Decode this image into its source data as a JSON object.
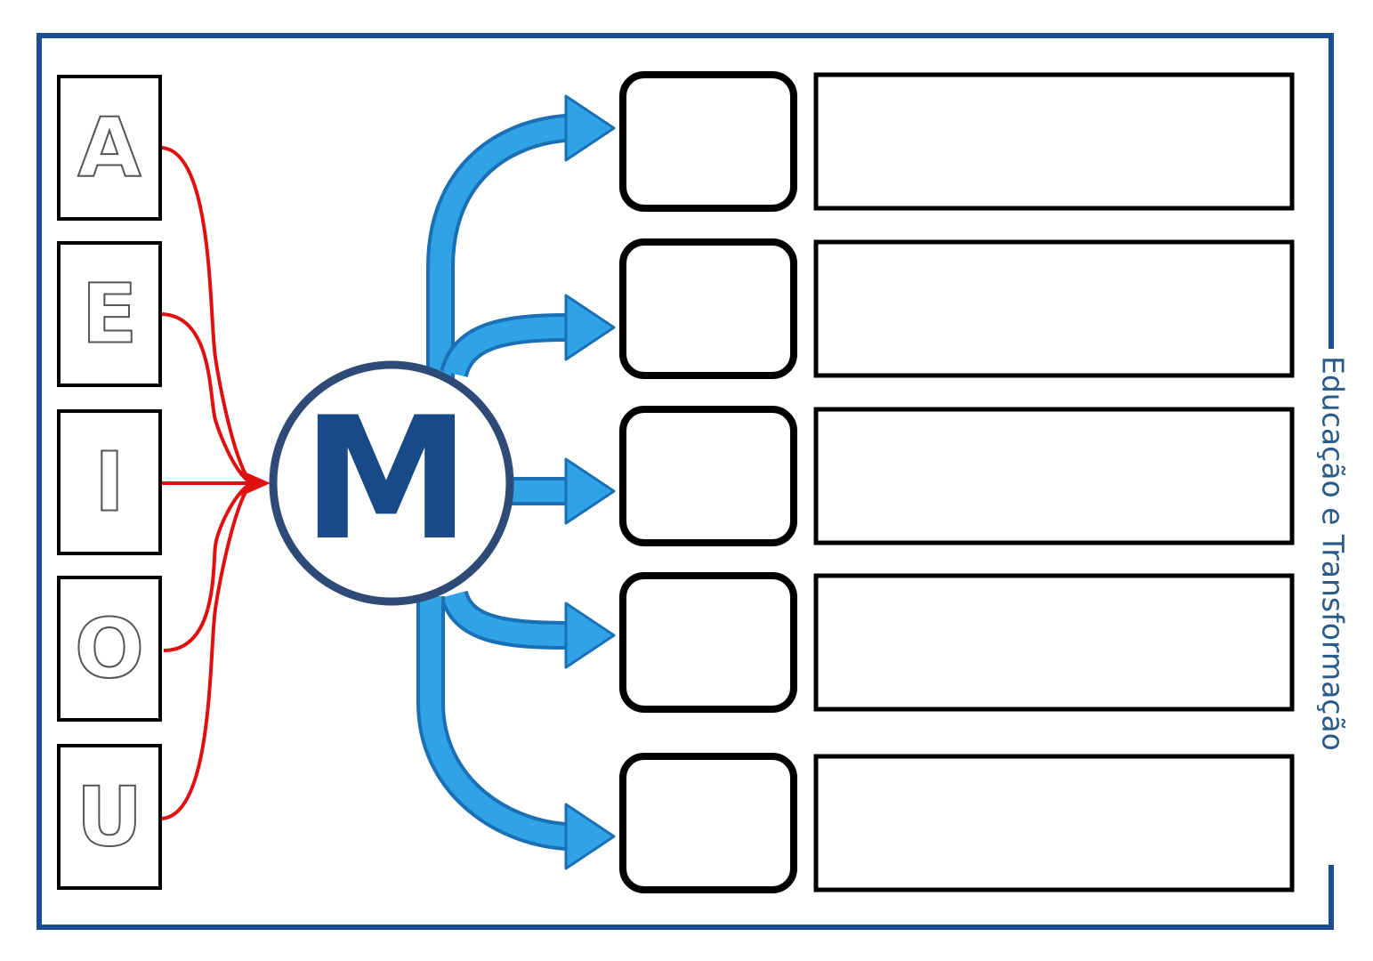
{
  "vowels": [
    "A",
    "E",
    "I",
    "O",
    "U"
  ],
  "center_letter": "M",
  "credit": "Educação e Transformação",
  "colors": {
    "frame": "#1b4f91",
    "connector": "#e01010",
    "arrow_fill": "#2fa3e6",
    "arrow_stroke": "#1a6fb5",
    "circle_stroke": "#2e4a77",
    "center_letter": "#174a86",
    "credit": "#2a5a8a",
    "box_stroke": "#000000"
  },
  "icons": [
    "arrow-right-icon"
  ]
}
